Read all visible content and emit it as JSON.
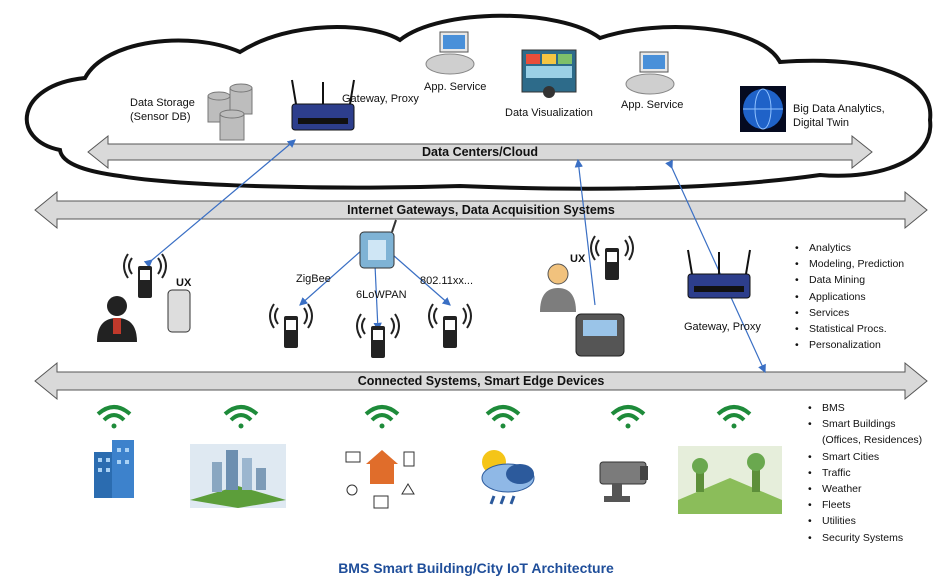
{
  "cloud": {
    "data_storage": [
      "Data Storage",
      "(Sensor DB)"
    ],
    "gateway_proxy": "Gateway, Proxy",
    "app_service_1": "App. Service",
    "data_visualization": "Data Visualization",
    "app_service_2": "App. Service",
    "big_data": [
      "Big Data Analytics,",
      "Digital Twin"
    ],
    "band": "Data Centers/Cloud"
  },
  "internet_band": "Internet Gateways, Data Acquisition Systems",
  "middle": {
    "ux_left": "UX",
    "zigbee": "ZigBee",
    "sixlowpan": "6LoWPAN",
    "wifi_802": "802.11xx...",
    "ux_right": "UX",
    "gateway_proxy": "Gateway, Proxy"
  },
  "analytics_list": [
    "Analytics",
    "Modeling, Prediction",
    "Data Mining",
    "Applications",
    "Services",
    "Statistical Procs.",
    "Personalization"
  ],
  "edge_band": "Connected Systems, Smart Edge Devices",
  "applications_list": [
    "BMS",
    "Smart Buildings",
    "(Offices, Residences)",
    "Smart Cities",
    "Traffic",
    "Weather",
    "Fleets",
    "Utilities",
    "Security Systems"
  ],
  "caption": "BMS Smart Building/City IoT Architecture",
  "colors": {
    "caption": "#1f4e9a",
    "band_fill": "#d9d9d9",
    "wifi": "#1e8b3a",
    "link": "#3a6fc4"
  }
}
